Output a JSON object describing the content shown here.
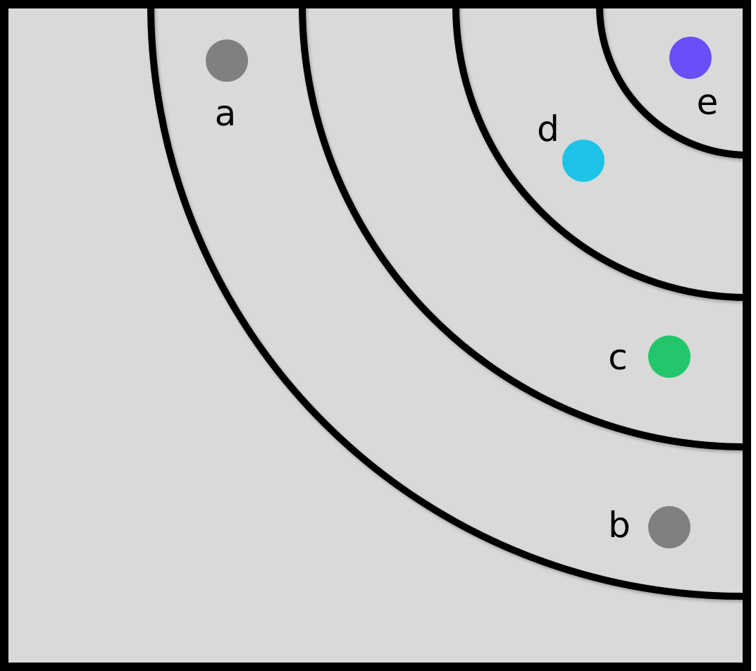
{
  "colors": {
    "background": "#d9d9d9",
    "stroke": "#000000",
    "gray_dot": "#808080",
    "green_dot": "#22c66b",
    "cyan_dot": "#1ec4e8",
    "purple_dot": "#6b4ef7"
  },
  "points": [
    {
      "label": "a",
      "color": "#808080"
    },
    {
      "label": "b",
      "color": "#808080"
    },
    {
      "label": "c",
      "color": "#22c66b"
    },
    {
      "label": "d",
      "color": "#1ec4e8"
    },
    {
      "label": "e",
      "color": "#6b4ef7"
    }
  ]
}
